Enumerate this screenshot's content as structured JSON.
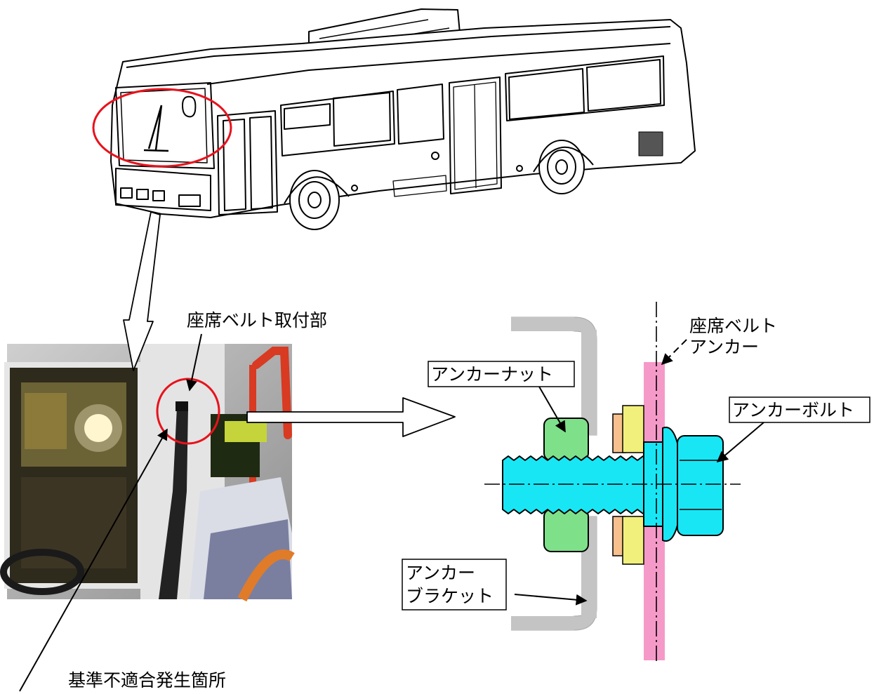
{
  "labels": {
    "belt_mount": "座席ベルト取付部",
    "belt_anchor_1": "座席ベルト",
    "belt_anchor_2": "アンカー",
    "anchor_nut": "アンカーナット",
    "anchor_bolt": "アンカーボルト",
    "anchor_bracket_1": "アンカー",
    "anchor_bracket_2": "ブラケット",
    "nonconformity": "基準不適合発生箇所"
  },
  "colors": {
    "highlight_circle": "#e8121c",
    "bolt": "#19e6f5",
    "nut": "#7fe08a",
    "bracket": "#c4c4c4",
    "anchor_plate": "#f59ac8",
    "washer_orange": "#f7c08c",
    "washer_yellow": "#f2f07c"
  }
}
